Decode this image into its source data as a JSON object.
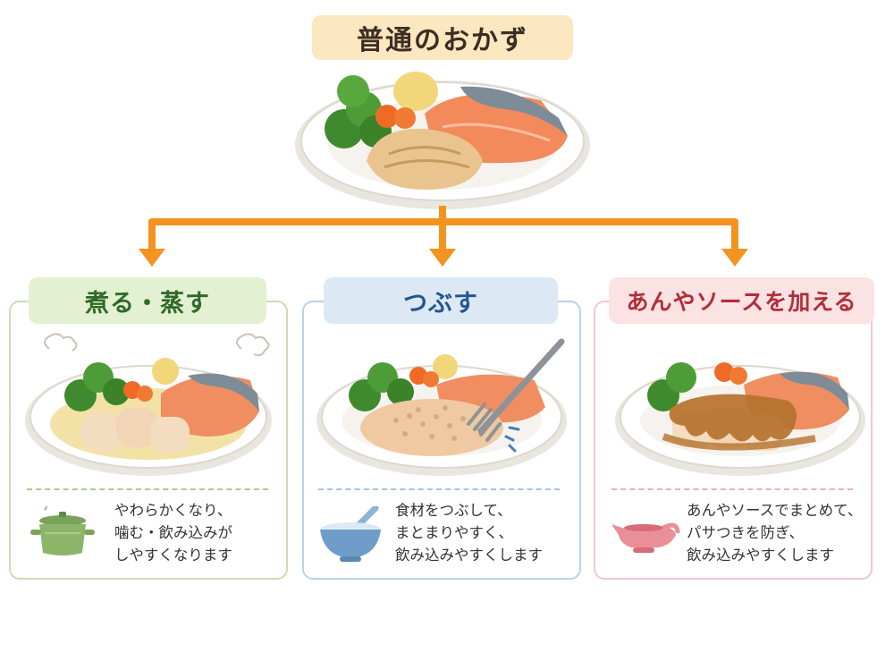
{
  "title": "普通のおかず",
  "methods": [
    {
      "title": "煮る・蒸す",
      "description": "やわらかくなり、\n噛む・飲み込みが\nしやすくなります",
      "icon": "cooking-pot-icon",
      "color": "#2f6a2a"
    },
    {
      "title": "つぶす",
      "description": "食材をつぶして、\nまとまりやすく、\n飲み込みやすくします",
      "icon": "mortar-bowl-icon",
      "color": "#23578f"
    },
    {
      "title": "あんやソースを加える",
      "description": "あんやソースでまとめて、\nパサつきを防ぎ、\n飲み込みやすくします",
      "icon": "gravy-boat-icon",
      "color": "#b22d3a"
    }
  ],
  "arrow_color": "#f2941f"
}
